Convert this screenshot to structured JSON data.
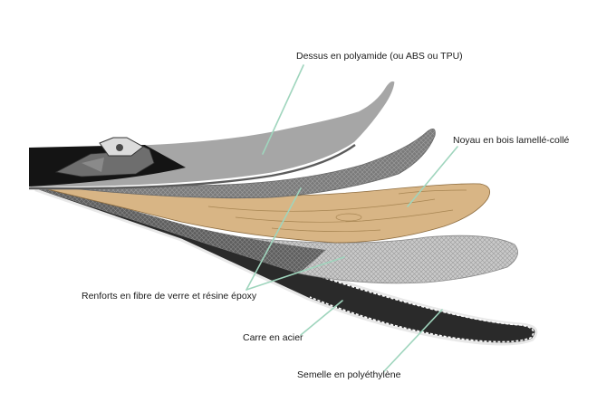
{
  "labels": {
    "top_sheet": "Dessus en polyamide (ou ABS ou TPU)",
    "wood_core": "Noyau en bois lamellé-collé",
    "reinforcement": "Renforts en fibre de verre et résine époxy",
    "steel_edge": "Carre en acier",
    "base": "Semelle en polyéthylène"
  },
  "colors": {
    "leader_line": "#9fd5bd",
    "top_sheet": "#a6a6a6",
    "top_sheet_black": "#141414",
    "wood": "#d8b585",
    "fiberglass": "#6f6f6f",
    "base": "#2a2a2a",
    "edge": "#cfcfcf"
  },
  "icons": {
    "binding": "ski-binding-icon"
  }
}
